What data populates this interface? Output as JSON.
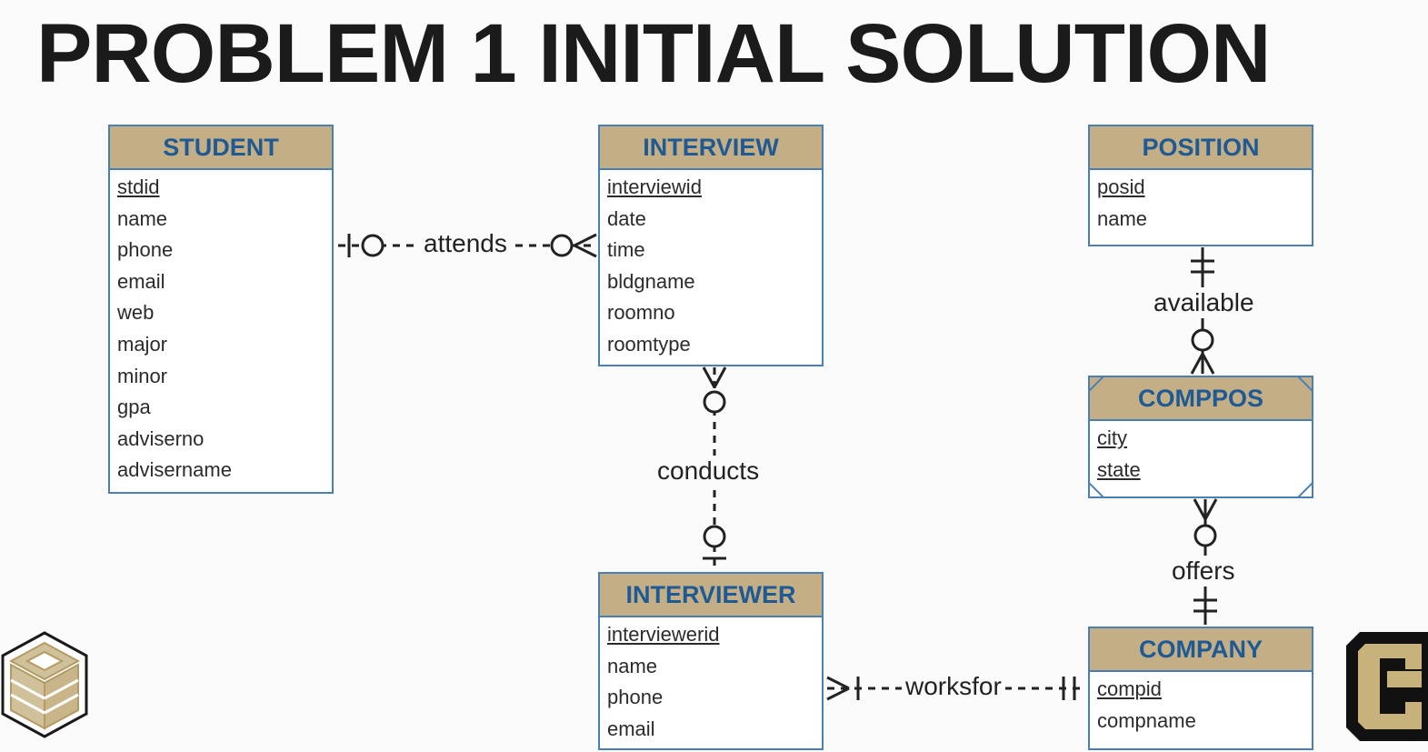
{
  "title": "PROBLEM 1 INITIAL SOLUTION",
  "colors": {
    "header_fill": "#c3ae85",
    "border": "#4a7fb5",
    "header_text": "#1f5a94",
    "attribute_text": "#2b2b2b"
  },
  "entities": {
    "student": {
      "name": "STUDENT",
      "attributes": [
        {
          "name": "stdid",
          "pk": true
        },
        {
          "name": "name"
        },
        {
          "name": "phone"
        },
        {
          "name": "email"
        },
        {
          "name": "web"
        },
        {
          "name": "major"
        },
        {
          "name": "minor"
        },
        {
          "name": "gpa"
        },
        {
          "name": "adviserno"
        },
        {
          "name": "advisername"
        }
      ]
    },
    "interview": {
      "name": "INTERVIEW",
      "attributes": [
        {
          "name": "interviewid",
          "pk": true
        },
        {
          "name": "date"
        },
        {
          "name": "time"
        },
        {
          "name": "bldgname"
        },
        {
          "name": "roomno"
        },
        {
          "name": "roomtype"
        }
      ]
    },
    "position": {
      "name": "POSITION",
      "attributes": [
        {
          "name": "posid",
          "pk": true
        },
        {
          "name": "name"
        }
      ]
    },
    "comppos": {
      "name": "COMPPOS",
      "weak": true,
      "attributes": [
        {
          "name": "city",
          "pk": true
        },
        {
          "name": "state",
          "pk": true
        }
      ]
    },
    "interviewer": {
      "name": "INTERVIEWER",
      "attributes": [
        {
          "name": "interviewerid",
          "pk": true
        },
        {
          "name": "name"
        },
        {
          "name": "phone"
        },
        {
          "name": "email"
        }
      ]
    },
    "company": {
      "name": "COMPANY",
      "attributes": [
        {
          "name": "compid",
          "pk": true
        },
        {
          "name": "compname"
        }
      ]
    }
  },
  "relationships": {
    "attends": {
      "label": "attends",
      "from": "STUDENT",
      "to": "INTERVIEW",
      "from_card": "zero-or-one",
      "to_card": "zero-or-many",
      "identifying": false
    },
    "conducts": {
      "label": "conducts",
      "from": "INTERVIEWER",
      "to": "INTERVIEW",
      "from_card": "zero-or-one",
      "to_card": "zero-or-many",
      "identifying": false
    },
    "available": {
      "label": "available",
      "from": "POSITION",
      "to": "COMPPOS",
      "from_card": "one-and-only-one",
      "to_card": "zero-or-many",
      "identifying": true
    },
    "offers": {
      "label": "offers",
      "from": "COMPANY",
      "to": "COMPPOS",
      "from_card": "one-and-only-one",
      "to_card": "zero-or-many",
      "identifying": true
    },
    "worksfor": {
      "label": "worksfor",
      "from": "COMPANY",
      "to": "INTERVIEWER",
      "from_card": "one-and-only-one",
      "to_card": "one-or-many",
      "identifying": false
    }
  },
  "logos": {
    "left": "hexagon-cube-logo-icon",
    "right": "cu-logo-icon"
  }
}
